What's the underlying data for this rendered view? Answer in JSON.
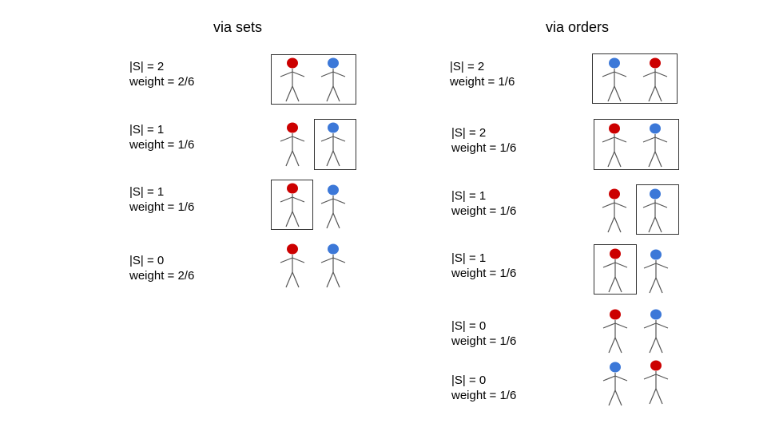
{
  "colors": {
    "red": "#cc0000",
    "blue": "#3c78d8",
    "stroke": "#555555"
  },
  "via_sets": {
    "title": "via sets",
    "rows": [
      {
        "size": "|S| = 2",
        "weight": "weight = 2/6"
      },
      {
        "size": "|S| = 1",
        "weight": "weight = 1/6"
      },
      {
        "size": "|S| = 1",
        "weight": "weight = 1/6"
      },
      {
        "size": "|S| = 0",
        "weight": "weight = 2/6"
      }
    ]
  },
  "via_orders": {
    "title": "via orders",
    "rows": [
      {
        "size": "|S| = 2",
        "weight": "weight = 1/6"
      },
      {
        "size": "|S| = 2",
        "weight": "weight = 1/6"
      },
      {
        "size": "|S| = 1",
        "weight": "weight = 1/6"
      },
      {
        "size": "|S| = 1",
        "weight": "weight = 1/6"
      },
      {
        "size": "|S| = 0",
        "weight": "weight = 1/6"
      },
      {
        "size": "|S| = 0",
        "weight": "weight = 1/6"
      }
    ]
  }
}
